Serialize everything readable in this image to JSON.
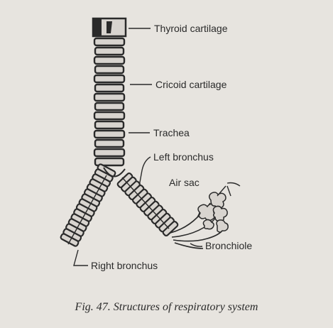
{
  "diagram": {
    "labels": {
      "thyroid_cartilage": "Thyroid cartilage",
      "cricoid_cartilage": "Cricoid cartilage",
      "trachea": "Trachea",
      "left_bronchus": "Left bronchus",
      "air_sac": "Air sac",
      "bronchiole": "Bronchiole",
      "right_bronchus": "Right bronchus"
    },
    "caption": "Fig. 47. Structures of respiratory system"
  },
  "colors": {
    "background": "#e7e4df",
    "ink": "#2a2a2a",
    "ring_fill": "#d8d4cf"
  }
}
